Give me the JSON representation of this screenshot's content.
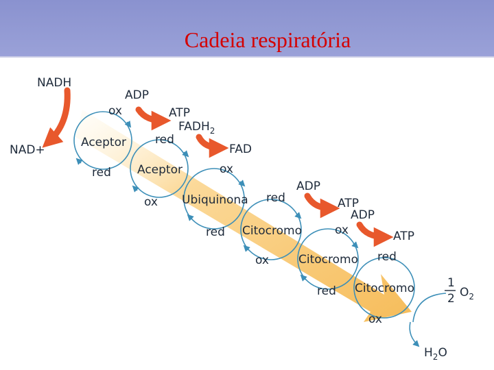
{
  "title": "Cadeia respiratória",
  "labels": {
    "nadh": "NADH",
    "nad_plus": "NAD+",
    "ox": "ox",
    "red": "red",
    "adp": "ADP",
    "atp": "ATP",
    "fadh2": "FADH",
    "fadh2_sub": "2",
    "fad": "FAD",
    "half_num": "1",
    "half_den": "2",
    "o2": "O",
    "o2_sub": "2",
    "h2o_h": "H",
    "h2o_sub": "2",
    "h2o_o": "O"
  },
  "carriers": [
    "Aceptor",
    "Aceptor",
    "Ubiquinona",
    "Citocromo",
    "Citocromo",
    "Citocromo"
  ],
  "colors": {
    "arrow_orange": "#e8582c",
    "band": "#f8c468",
    "circle_stroke": "#3d8fb8",
    "title": "#d40000",
    "header": "#8a92cf"
  }
}
